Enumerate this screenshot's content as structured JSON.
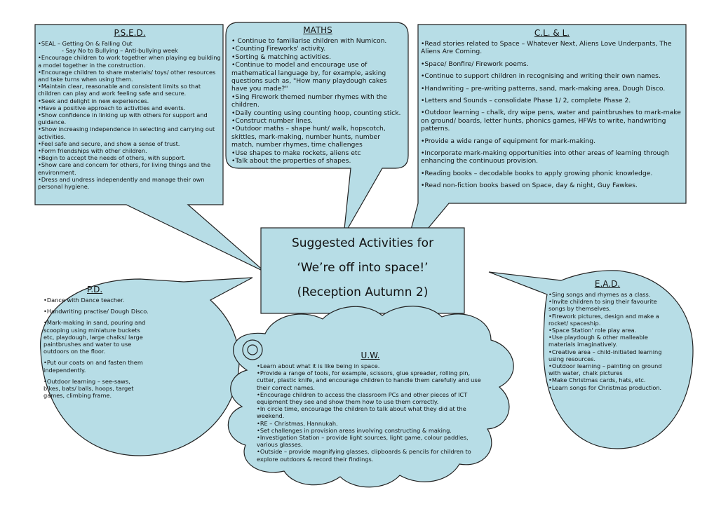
{
  "psed": {
    "title": "P.S.E.D.",
    "items": [
      "•SEAL – Getting On & Falling Out",
      "- Say No to Bullying – Anti-bullying week",
      "•Encourage children to work together when playing eg building a model together in the construction.",
      "•Encourage children to share materials/ toys/ other resources and take turns when using them.",
      "•Maintain clear, reasonable and consistent limits so that children can play and work feeling safe and secure.",
      "•Seek and delight in new experiences.",
      "•Have a positive approach to activities and events.",
      "•Show confidence in linking up with others for support and guidance.",
      "•Show increasing independence in selecting and carrying out activities.",
      "•Feel safe and secure, and show a sense of trust.",
      "•Form friendships with other children.",
      "•Begin to accept the needs of others, with support.",
      "•Show care and concern for others, for living things and the environment.",
      "•Dress and undress independently and manage their own personal hygiene."
    ]
  },
  "maths": {
    "title": "MATHS",
    "items": [
      "• Continue to familiarise children with Numicon.",
      "•Counting Fireworks' activity.",
      "•Sorting & matching activities.",
      "•Continue to model and encourage use of mathematical language by, for example, asking questions such as, \"How many playdough cakes have you made?\"",
      "•Sing Firework themed number rhymes with the children.",
      "•Daily counting using counting hoop, counting stick.",
      "•Construct number lines.",
      "•Outdoor maths – shape hunt/ walk, hopscotch, skittles, mark-making, number hunts, number match, number rhymes, time challenges",
      "•Use shapes to make rockets, aliens etc",
      "•Talk about the properties of shapes."
    ]
  },
  "cll": {
    "title": "C.L. & L.",
    "items": [
      "•Read stories related to Space – Whatever Next, Aliens Love Underpants, The Aliens Are Coming.",
      "•Space/ Bonfire/ Firework poems.",
      "•Continue to support children in recognising and writing their own names.",
      "•Handwriting – pre-writing patterns, sand, mark-making area, Dough Disco.",
      "•Letters and Sounds – consolidate Phase 1/ 2, complete Phase 2.",
      "•Outdoor learning – chalk, dry wipe pens, water and paintbrushes to mark-make on ground/ boards, letter hunts, phonics games, HFWs to write, handwriting patterns.",
      "•Provide a wide range of equipment for mark-making.",
      "•Incorporate mark-making opportunities into other areas of learning through enhancing the continuous provision.",
      "•Reading books – decodable books to apply growing phonic knowledge.",
      "•Read non-fiction books based on Space, day & night, Guy Fawkes."
    ]
  },
  "center": {
    "line1": "Suggested Activities for",
    "line2": "‘We’re off into space!’",
    "line3": "(Reception  Autumn 2)"
  },
  "pd": {
    "title": "P.D.",
    "items": [
      "•Dance with Dance teacher.",
      "•Handwriting practise/ Dough Disco.",
      "•Mark-making in sand, pouring and scooping using miniature buckets etc, playdough, large chalks/ large paintbrushes and water to use outdoors on the floor.",
      "•Put our coats on and fasten them independently.",
      "•Outdoor learning – see-saws, bikes, bats/ balls, hoops, target games, climbing frame."
    ]
  },
  "uw": {
    "title": "U.W.",
    "items": [
      "•Learn about what it is like being in space.",
      "•Provide a range of tools, for example, scissors, glue spreader, rolling pin, cutter, plastic knife, and encourage children to handle them carefully and use their correct names.",
      "•Encourage children to access the classroom PCs and other pieces of ICT equipment they see and show them how to use them correctly.",
      "•In circle time, encourage the children to talk about what they did at the weekend.",
      "•RE – Christmas, Hannukah.",
      "•Set challenges in provision areas involving constructing & making.",
      "•Investigation Station – provide light sources, light game, colour paddles, various glasses.",
      "•Outside – provide magnifying glasses, clipboards & pencils for children to explore outdoors & record their findings."
    ]
  },
  "ead": {
    "title": "E.A.D.",
    "items": [
      "•Sing songs and rhymes as a class.",
      "•Invite children to sing their favourite songs by themselves.",
      "•Firework pictures, design and make a rocket/ spaceship.",
      "•Space Station' role play area.",
      "•Use playdough & other malleable materials imaginatively.",
      "•Creative area – child-initiated learning using resources.",
      "•Outdoor learning – painting on ground with water, chalk pictures",
      "•Make Christmas cards, hats, etc.",
      "•Learn songs for Christmas production."
    ]
  }
}
